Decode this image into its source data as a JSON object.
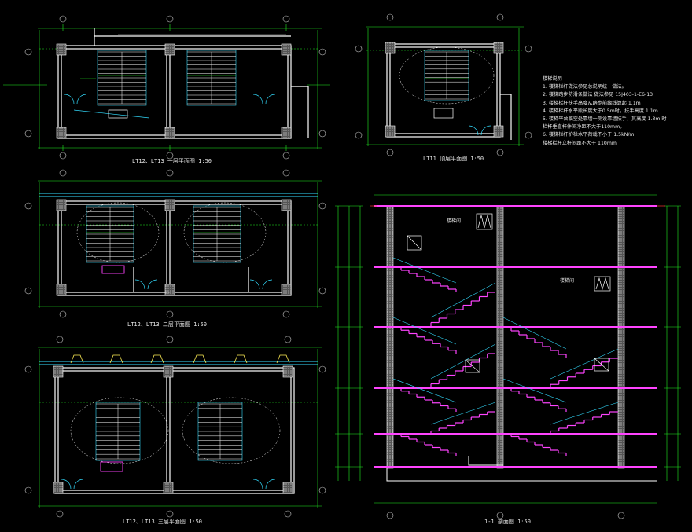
{
  "titles": {
    "plan_a": "LT12、LT13 一层平面图  1:50",
    "plan_b": "LT11 顶层平面图  1:50",
    "plan_c": "LT12、LT13 二层平面图  1:50",
    "plan_d": "LT12、LT13 三层平面图  1:50",
    "section": "1-1 剖面图  1:50"
  },
  "notes": {
    "heading": "楼梯说明",
    "items": [
      "1. 楼梯栏杆做法参见总说明统一做法。",
      "2. 楼梯踏步防滑条做法  做法参见           15J403-1-E6-13",
      "3. 楼梯栏杆扶手高度从踏步前缘线算起         1.1m",
      "4. 楼梯栏杆水平段长度大于0.5m时，扶手高度   1.1m",
      "5. 楼梯平台临空处靠墙一侧设靠墙扶手，其高度   1.3m  时",
      "   栏杆垂直杆件间净距不大于110mm。",
      "6. 楼梯栏杆护栏水平荷载不小于                  1.5kN/m",
      "   楼梯栏杆立杆间距不大于     110mm"
    ]
  },
  "section_tags": {
    "tag1": "楼梯间",
    "tag2": "楼梯间"
  },
  "colors": {
    "background": "#000000",
    "wall": "#ffffff",
    "dimension": "#22ee22",
    "stair": "#33ddff",
    "slab": "#ff44ff",
    "hatch": "#dddddd",
    "axis": "#cccccc",
    "accent": "#ff3333",
    "level": "#ffee55"
  }
}
